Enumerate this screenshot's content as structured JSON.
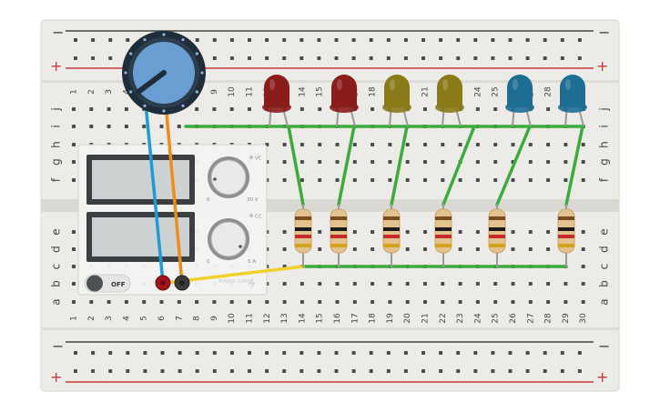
{
  "board": {
    "rail_minus": "−",
    "rail_plus": "+",
    "row_letters_top": [
      "j",
      "i",
      "h",
      "g",
      "f"
    ],
    "row_letters_bottom": [
      "e",
      "d",
      "c",
      "b",
      "a"
    ],
    "column_numbers": [
      "1",
      "2",
      "3",
      "4",
      "5",
      "6",
      "7",
      "8",
      "9",
      "10",
      "11",
      "12",
      "13",
      "14",
      "15",
      "16",
      "17",
      "18",
      "19",
      "20",
      "21",
      "22",
      "23",
      "24",
      "25",
      "26",
      "27",
      "28",
      "29",
      "30"
    ]
  },
  "leds": [
    {
      "color_name": "red",
      "color": "#8b1c1c"
    },
    {
      "color_name": "red",
      "color": "#8b1c1c"
    },
    {
      "color_name": "yellow",
      "color": "#8a7a18"
    },
    {
      "color_name": "yellow",
      "color": "#8a7a18"
    },
    {
      "color_name": "blue",
      "color": "#1e6d93"
    },
    {
      "color_name": "blue",
      "color": "#1e6d93"
    }
  ],
  "resistor_count": 6,
  "power_supply": {
    "voltage_indicator": "VC",
    "current_indicator": "CC",
    "voltage_max": "30 V",
    "voltage_min": "0",
    "current_max": "5 A",
    "current_min": "0",
    "switch_label": "OFF",
    "brand": "POWER SUPPLY"
  },
  "wires": {
    "green": "#3cab3c",
    "yellow": "#f2d02c",
    "orange": "#f08a1c",
    "blue": "#1f9bd6"
  },
  "knob_icon": "potentiometer-knob-icon",
  "bolt_icon": "lightning-bolt-icon"
}
